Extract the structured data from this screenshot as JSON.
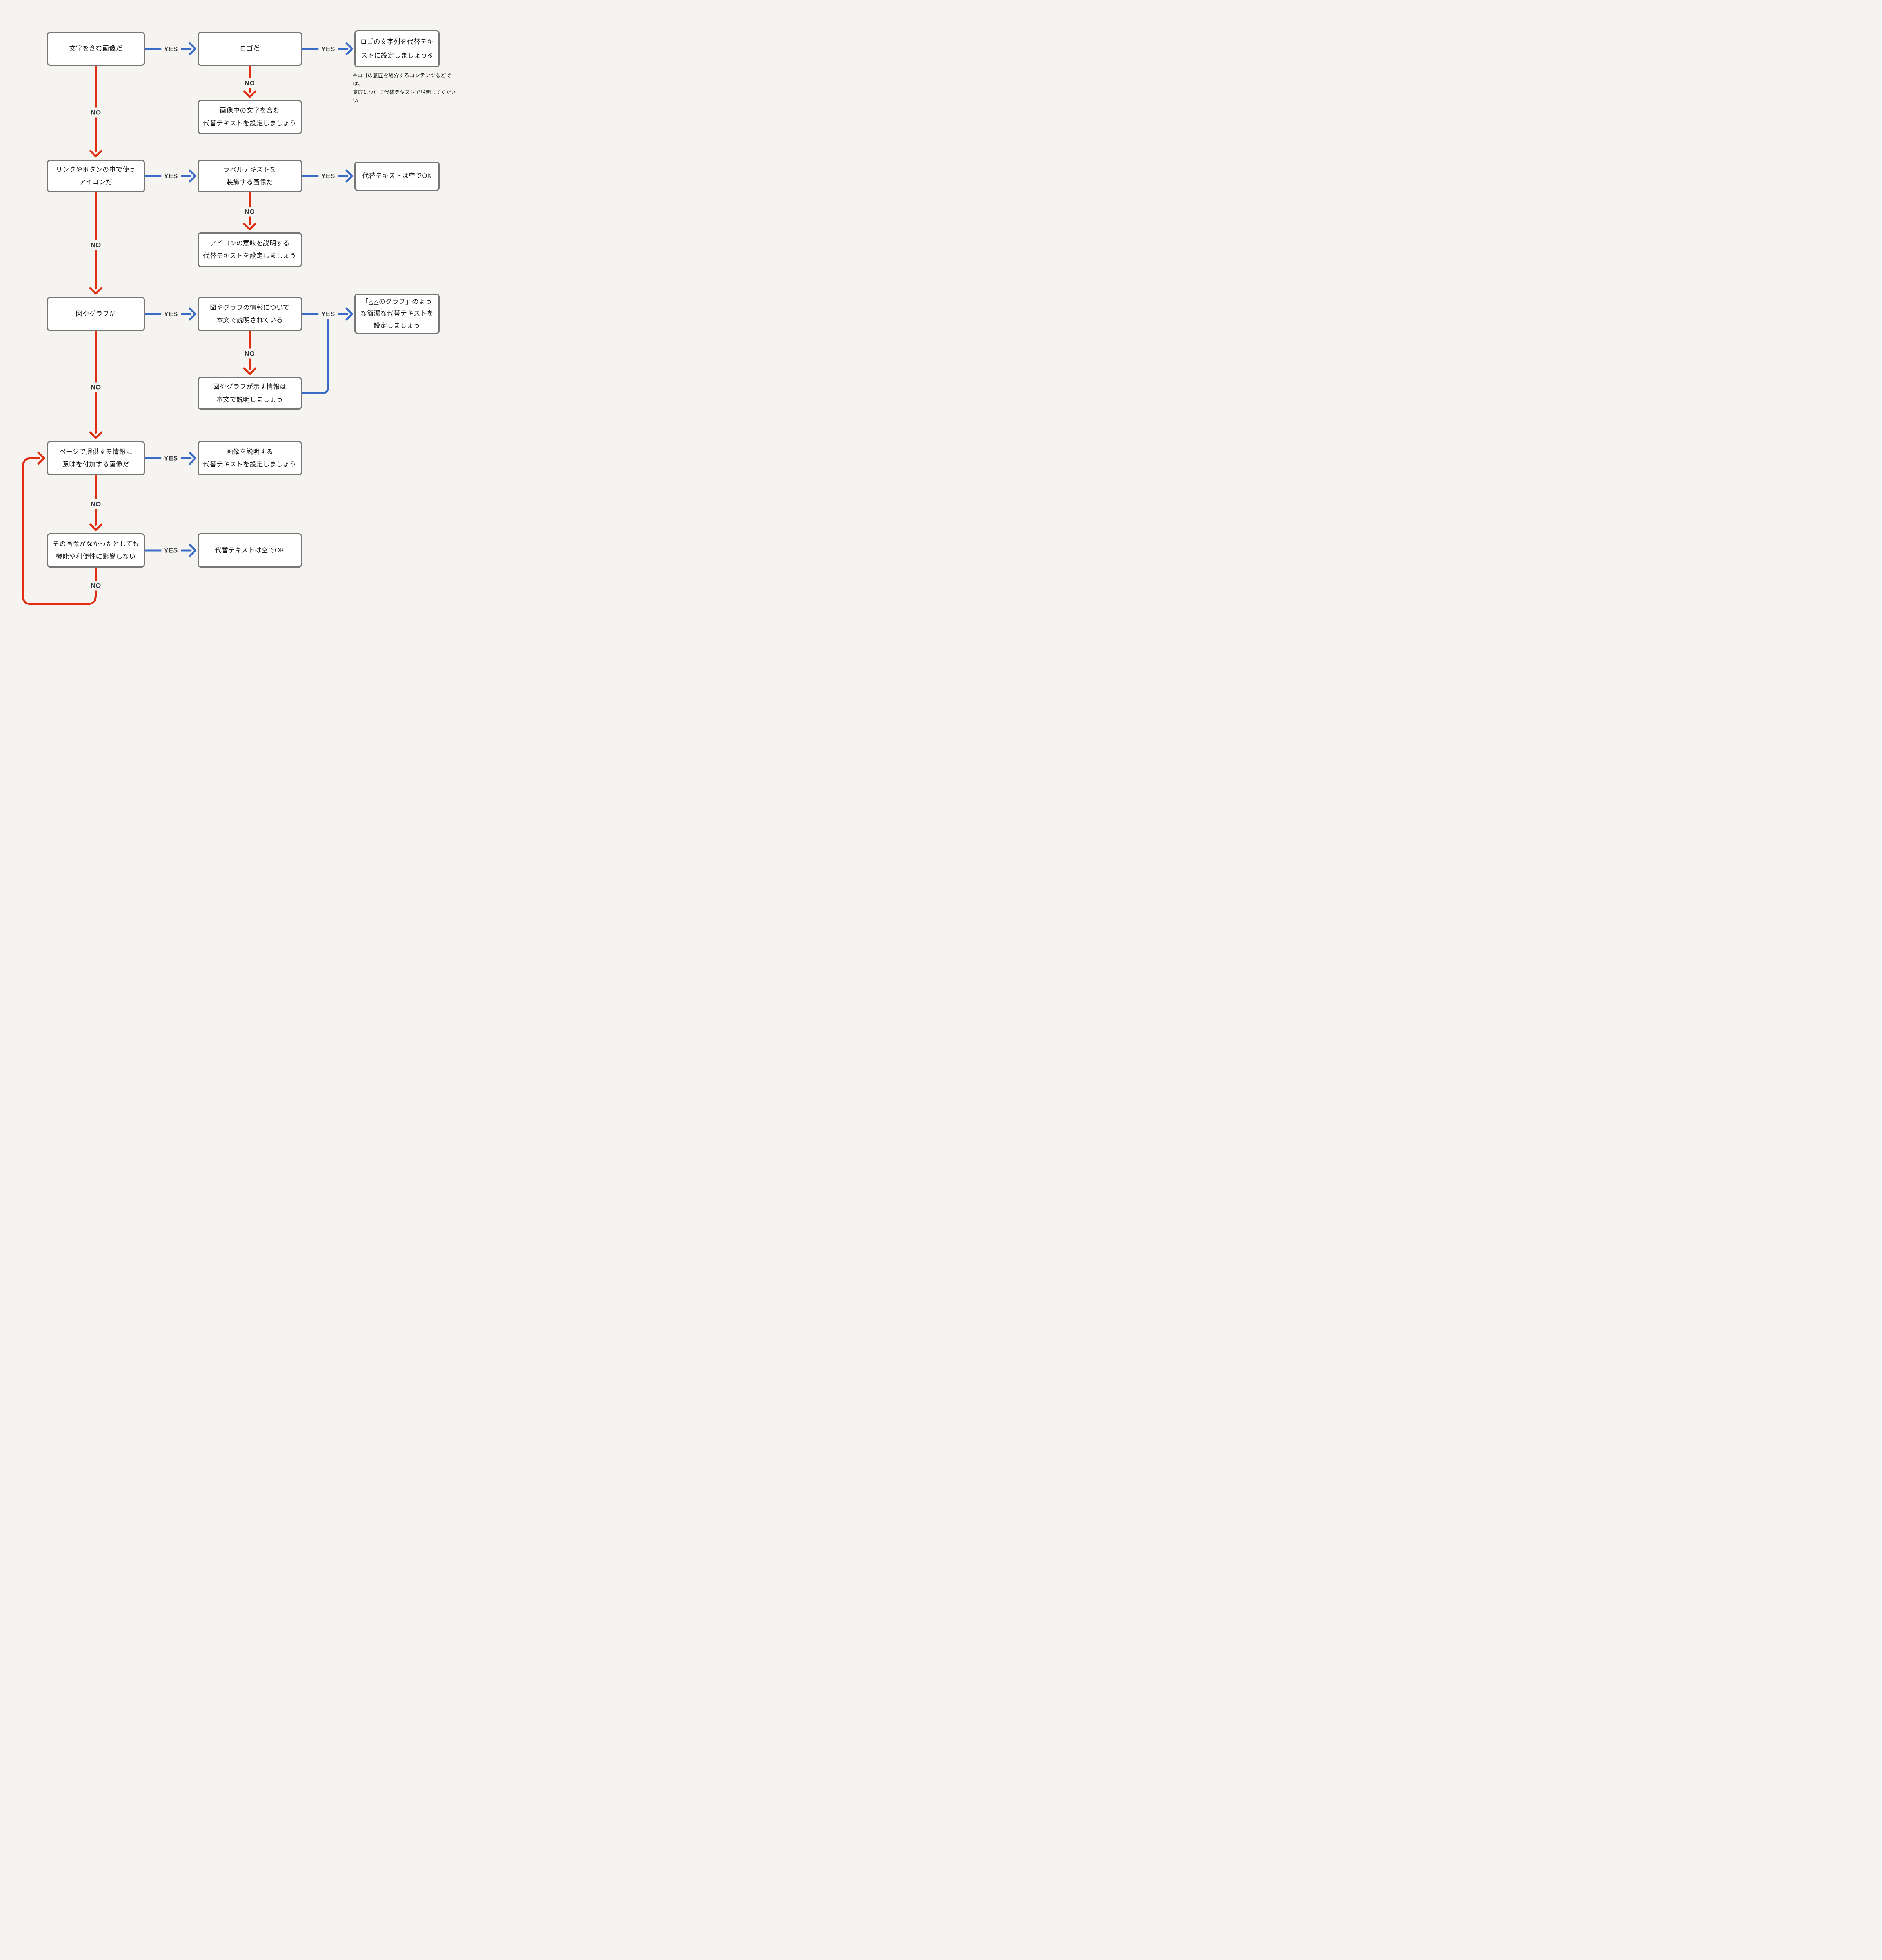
{
  "diagram": {
    "type": "flowchart",
    "topic": "画像の代替テキスト設定フローチャート",
    "colors": {
      "background": "#f5f4f1",
      "yes_arrow": "#3a6bc8",
      "no_arrow": "#e02d0f",
      "box_border": "#767676",
      "box_background": "#ffffff",
      "label_text": "#33373c"
    }
  },
  "labels": {
    "yes": "YES",
    "no": "NO"
  },
  "boxes": {
    "q_contains_text": "文字を含む画像だ",
    "q_is_logo": "ロゴだ",
    "a_logo_text_alt": "ロゴの文字列を代替テキ\nストに設定しましょう※",
    "a_text_in_image_alt": "画像中の文字を含む\n代替テキストを設定しましょう",
    "q_icon_in_link": "リンクやボタンの中で使う\nアイコンだ",
    "q_decorates_label": "ラベルテキストを\n装飾する画像だ",
    "a_empty_alt_icon": "代替テキストは空でOK",
    "a_icon_meaning_alt": "アイコンの意味を説明する\n代替テキストを設定しましょう",
    "q_figure_or_graph": "図やグラフだ",
    "q_explained_in_body": "図やグラフの情報について\n本文で説明されている",
    "a_concise_graph_alt": "「△△のグラフ」のよう\nな簡潔な代替テキストを\n設定しましょう",
    "a_explain_in_body": "図やグラフが示す情報は\n本文で説明しましょう",
    "q_adds_meaning": "ページで提供する情報に\n意味を付加する画像だ",
    "a_describe_image_alt": "画像を説明する\n代替テキストを設定しましょう",
    "q_no_impact_if_missing": "その画像がなかったとしても\n機能や利便性に影響しない",
    "a_empty_alt_final": "代替テキストは空でOK"
  },
  "footnote": "※ロゴの意匠を紹介するコンテンツなどでは、\n意匠について代替テキストで説明してください"
}
